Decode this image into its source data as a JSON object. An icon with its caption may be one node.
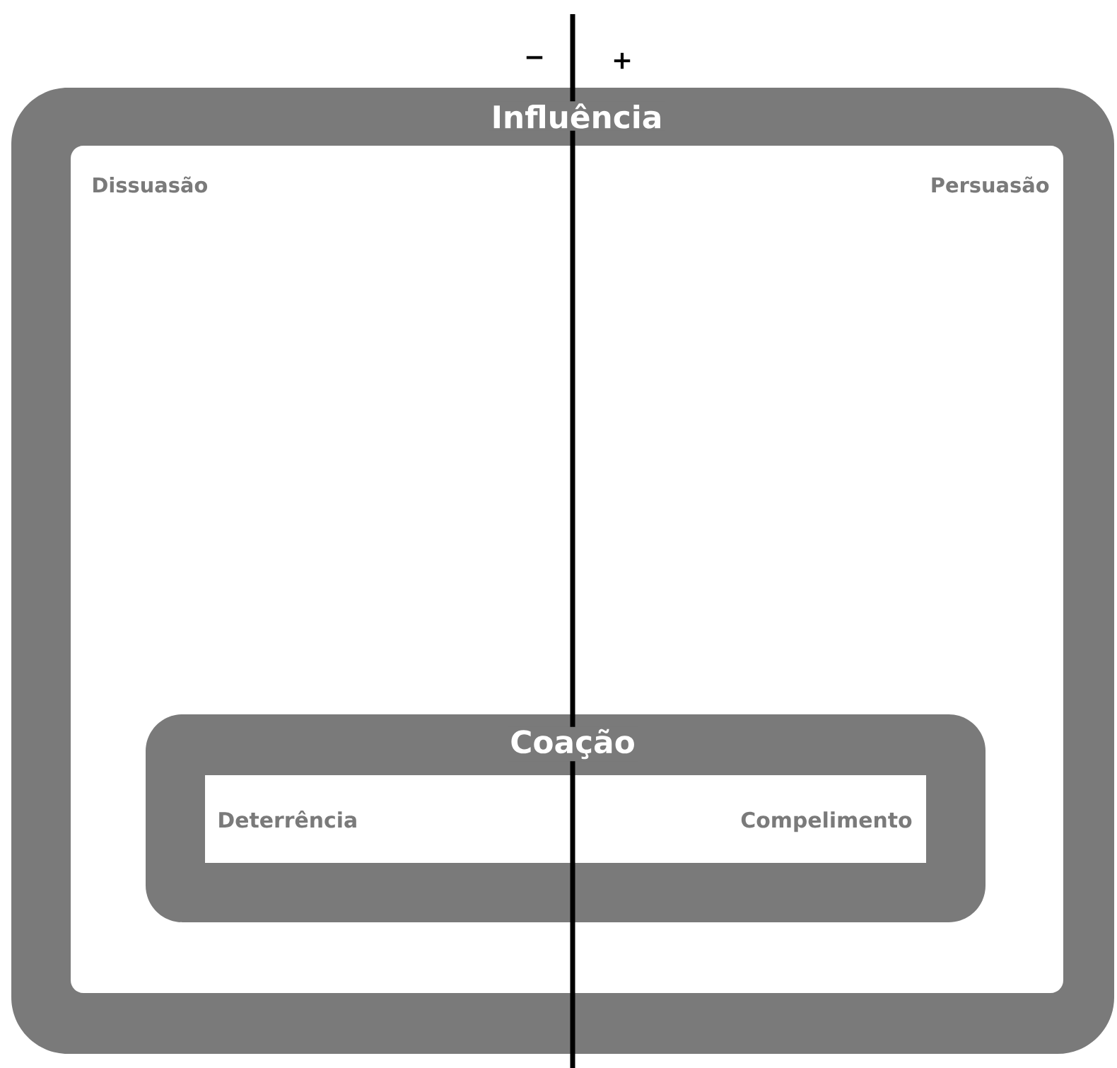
{
  "diagram": {
    "nodes": [
      {
        "text": [
          "Influência",
          "Dissuasão",
          "Persuasão"
        ]
      },
      {
        "text": [
          "Coação"
        ],
        "in": 0
      },
      {
        "text": [
          "Deterrência",
          "Compelimento"
        ],
        "in": 1
      }
    ],
    "labels": [
      "−",
      "+"
    ]
  }
}
